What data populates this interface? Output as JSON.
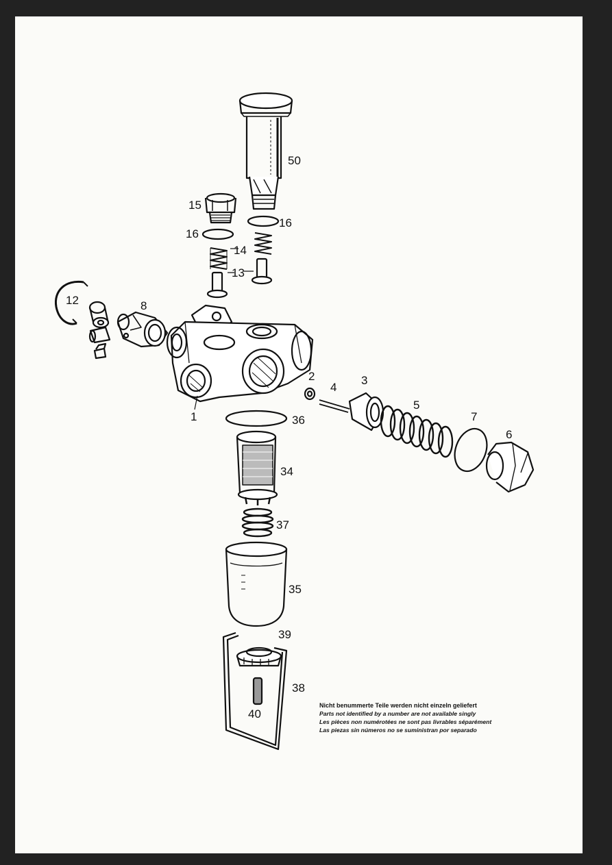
{
  "part_numbers": {
    "p50": "50",
    "p15": "15",
    "p16a": "16",
    "p16b": "16",
    "p14": "14",
    "p13": "13",
    "p12": "12",
    "p8": "8",
    "p1": "1",
    "p2": "2",
    "p3": "3",
    "p4": "4",
    "p5": "5",
    "p6": "6",
    "p7": "7",
    "p36": "36",
    "p34": "34",
    "p37": "37",
    "p35": "35",
    "p39": "39",
    "p38": "38",
    "p40": "40"
  },
  "legend": {
    "german": "Nicht benummerte Teile werden nicht einzeln geliefert",
    "english": "Parts not identified by a number are not available singly",
    "french": "Les pièces non numérotées ne sont pas livrables séparément",
    "spanish": "Las piezas sin números no se suministran por separado"
  }
}
